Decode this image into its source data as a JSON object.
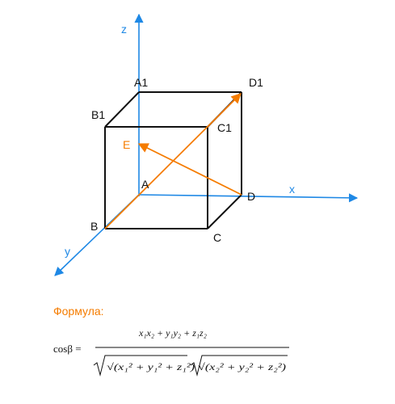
{
  "colors": {
    "axis": "#1e88e5",
    "edge": "#111111",
    "vector": "#f57c00",
    "formula_label": "#f57c00"
  },
  "axes": {
    "z": "z",
    "x": "x",
    "y": "y"
  },
  "points": {
    "A1": "A1",
    "D1": "D1",
    "B1": "B1",
    "C1": "C1",
    "E": "E",
    "A": "A",
    "D": "D",
    "B": "B",
    "C": "C"
  },
  "formula": {
    "label": "Формула:",
    "lhs": "cosβ =",
    "numerator": "x₁x₂ + y₁y₂ + z₁z₂",
    "denominator": "√(x₁² + y₁² + z₁²) √(x₂² + y₂² + z₂²)"
  }
}
